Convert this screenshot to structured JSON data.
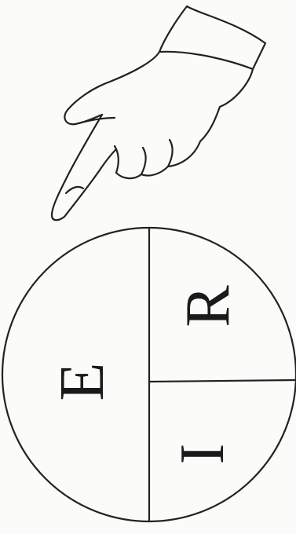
{
  "diagram": {
    "segments": [
      {
        "id": "E",
        "label": "E"
      },
      {
        "id": "R",
        "label": "R"
      },
      {
        "id": "I",
        "label": "I"
      }
    ],
    "pointer": "pointing-hand-icon"
  }
}
